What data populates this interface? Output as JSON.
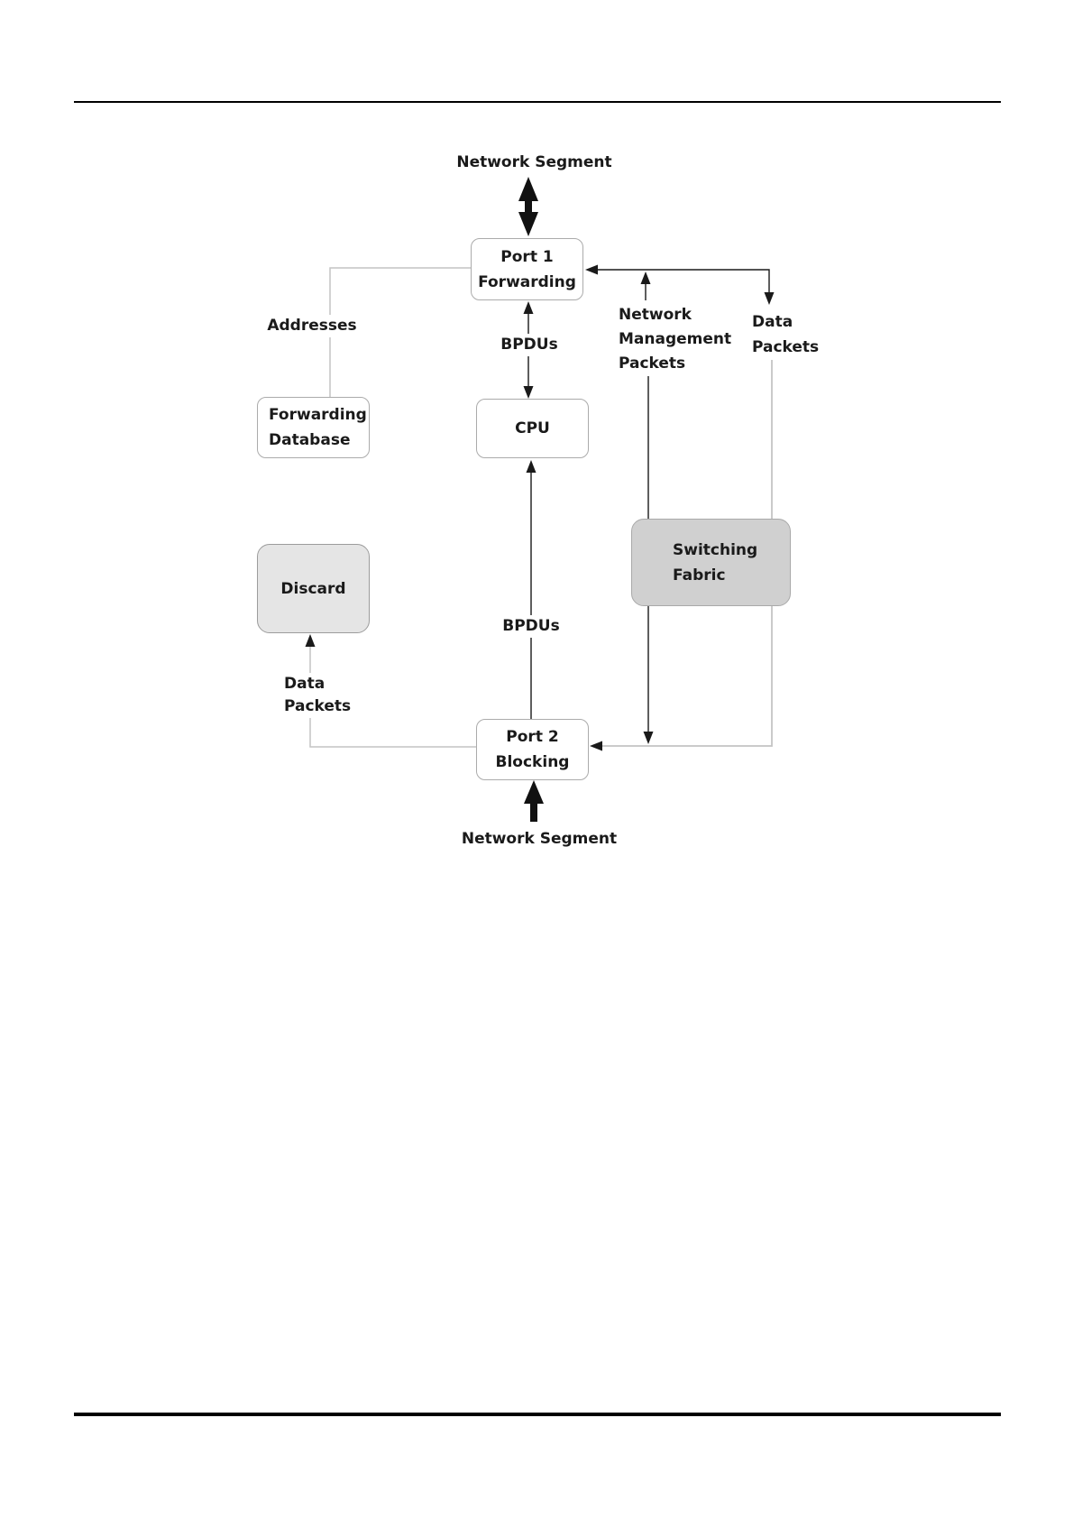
{
  "page": {
    "type": "document-figure",
    "description": "Spanning-tree port state diagram between two network segments"
  },
  "nodes": {
    "port1": {
      "lines": [
        "Port 1",
        "Forwarding"
      ]
    },
    "cpu": {
      "lines": [
        "CPU"
      ]
    },
    "forwarding_database": {
      "lines": [
        "Forwarding",
        "Database"
      ]
    },
    "discard": {
      "lines": [
        "Discard"
      ]
    },
    "switching_fabric": {
      "lines": [
        "Switching",
        "Fabric"
      ]
    },
    "port2": {
      "lines": [
        "Port 2",
        "Blocking"
      ]
    }
  },
  "labels": {
    "network_segment_top": "Network Segment",
    "network_segment_bottom": "Network Segment",
    "addresses": "Addresses",
    "bpdus_upper": "BPDUs",
    "bpdus_lower": "BPDUs",
    "network_management_packets": [
      "Network",
      "Management",
      "Packets"
    ],
    "data_packets_right": [
      "Data",
      "Packets"
    ],
    "data_packets_left": [
      "Data",
      "Packets"
    ]
  },
  "colors": {
    "ink": "#1a1a1a",
    "connector_gray": "#c4c4c4",
    "box_border": "#ababab",
    "discard_fill": "#e5e5e5",
    "fabric_fill": "#d0d0d0"
  }
}
